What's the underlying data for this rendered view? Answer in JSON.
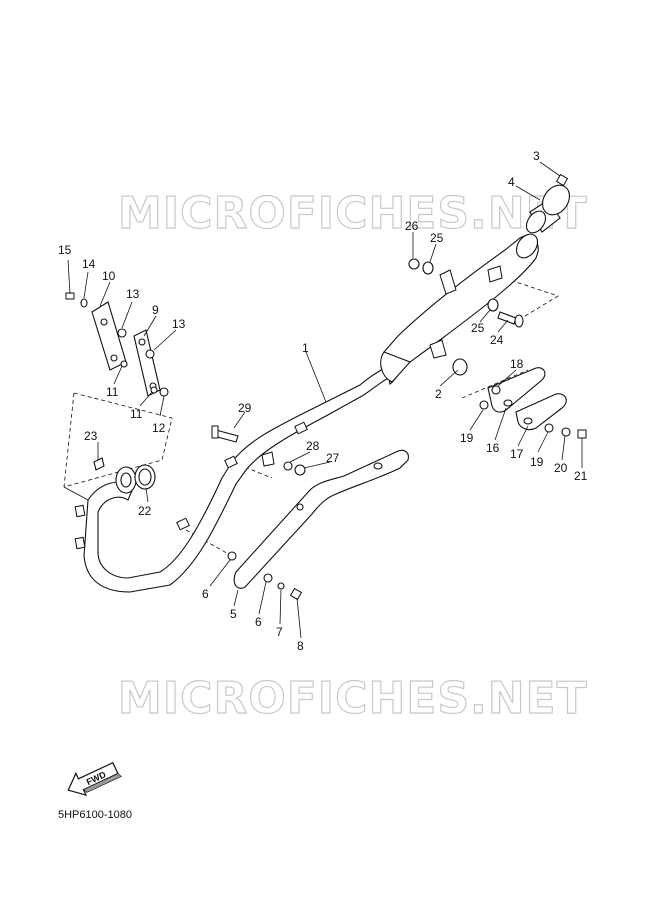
{
  "watermark": "MICROFICHES.NET",
  "drawing_code": "5HP6100-1080",
  "fwd_label": "FWD",
  "callouts": {
    "c1": "1",
    "c2": "2",
    "c3": "3",
    "c4": "4",
    "c5": "5",
    "c6a": "6",
    "c6b": "6",
    "c7": "7",
    "c8": "8",
    "c9": "9",
    "c10": "10",
    "c11a": "11",
    "c11b": "11",
    "c12": "12",
    "c13a": "13",
    "c13b": "13",
    "c14": "14",
    "c15": "15",
    "c16": "16",
    "c17": "17",
    "c18": "18",
    "c19a": "19",
    "c19b": "19",
    "c20": "20",
    "c21": "21",
    "c22": "22",
    "c23": "23",
    "c24": "24",
    "c25a": "25",
    "c25b": "25",
    "c26": "26",
    "c27": "27",
    "c28": "28",
    "c29": "29"
  }
}
